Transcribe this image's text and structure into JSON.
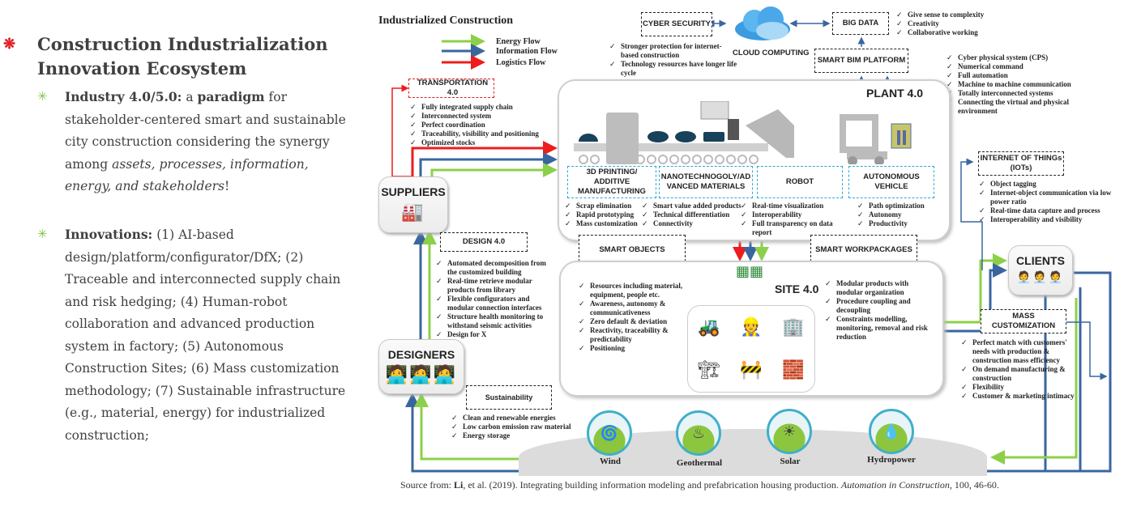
{
  "slide": {
    "title": "Construction Industrialization Innovation Ecosystem",
    "bullets": [
      {
        "lead": "Industry 4.0/5.0:",
        "mid1": " a ",
        "bold2": "paradigm",
        "mid2": " for stakeholder-centered smart and sustainable city construction considering the synergy among ",
        "italic": "assets, processes, information, energy, and stakeholders",
        "tail": "!"
      },
      {
        "lead": "Innovations:",
        "text": " (1) AI-based design/platform/configurator/DfX; (2) Traceable and interconnected supply chain and risk hedging; (4) Human-robot collaboration and advanced production system in factory; (5) Autonomous Construction Sites; (6) Mass customization methodology; (7) Sustainable infrastructure (e.g., material, energy) for industrialized construction;"
      }
    ]
  },
  "diagram": {
    "title": "Industrialized Construction",
    "legend": [
      {
        "label": "Energy Flow",
        "color": "#8cd04a"
      },
      {
        "label": "Information Flow",
        "color": "#3a66a0"
      },
      {
        "label": "Logistics Flow",
        "color": "#ee1c1c"
      }
    ],
    "cyber_security": {
      "label": "CYBER SECURITY",
      "items": [
        "Stronger protection for internet-based construction",
        "Technology resources have longer life cycle"
      ]
    },
    "cloud_computing": "CLOUD COMPUTING",
    "big_data": {
      "label": "BIG DATA",
      "items": [
        "Give sense to complexity",
        "Creativity",
        "Collaborative working"
      ]
    },
    "smart_bim_platform": "SMART BIM PLATFORM",
    "plant": {
      "label": "PLANT 4.0",
      "items": [
        "Cyber physical system (CPS)",
        "Numerical command",
        "Full automation",
        "Machine to machine communication",
        "Totally interconnected systems",
        "Connecting the virtual and physical environment"
      ]
    },
    "transportation": {
      "label": "TRANSPORTATION 4.0",
      "items": [
        "Fully integrated supply chain",
        "Interconnected system",
        "Perfect coordination",
        "Traceability, visibility and positioning",
        "Optimized stocks"
      ]
    },
    "technologies": [
      {
        "label": "3D PRINTING/ ADDITIVE MANUFACTURING",
        "items": [
          "Scrap elimination",
          "Rapid prototyping",
          "Mass customization"
        ]
      },
      {
        "label": "NANOTECHNOGOLY/AD VANCED MATERIALS",
        "items": [
          "Smart value added products",
          "Technical differentiation",
          "Connectivity"
        ]
      },
      {
        "label": "ROBOT",
        "items": [
          "Real-time visualization",
          "Interoperability",
          "Full transparency on data report"
        ]
      },
      {
        "label": "AUTONOMOUS VEHICLE",
        "items": [
          "Path optimization",
          "Autonomy",
          "Productivity"
        ]
      }
    ],
    "suppliers": "SUPPLIERS",
    "designers": "DESIGNERS",
    "clients": "CLIENTS",
    "design": {
      "label": "DESIGN 4.0",
      "items": [
        "Automated decomposition from the customized building",
        "Real-time retrieve modular products from library",
        "Flexible configurators and modular connection interfaces",
        "Structure health monitoring to withstand seismic activities",
        "Design for X"
      ]
    },
    "smart_objects": {
      "label": "SMART OBJECTS",
      "items": [
        "Resources including material, equipment, people etc.",
        "Awareness, autonomy & communicativeness",
        "Zero default & deviation",
        "Reactivity, traceability & predictability",
        "Positioning"
      ]
    },
    "smart_workpackages": {
      "label": "SMART  WORKPACKAGES",
      "items": [
        "Modular products with modular organization",
        "Procedure coupling and decoupling",
        "Constraints modelling, monitoring, removal and risk reduction"
      ]
    },
    "site": "SITE 4.0",
    "iot": {
      "label": "INTERNET OF THINGs (IOTs)",
      "items": [
        "Object tagging",
        "Internet-object communication via low power ratio",
        "Real-time data capture and process",
        "Interoperability and visibility"
      ]
    },
    "mass_customization": {
      "label": "MASS CUSTOMIZATION",
      "items": [
        "Perfect match with customers' needs with production & construction mass efficiency",
        "On demand manufacturing & construction",
        "Flexibility",
        "Customer & marketing intimacy"
      ]
    },
    "sustainability": {
      "label": "Sustainability",
      "items": [
        "Clean and renewable energies",
        "Low carbon emission raw material",
        "Energy storage"
      ]
    },
    "energy_sources": [
      "Wind",
      "Geothermal",
      "Solar",
      "Hydropower"
    ]
  },
  "source": {
    "prefix": "Source from: ",
    "author": "Li",
    "rest": ", et al. (2019). Integrating building information modeling and prefabrication housing production. ",
    "journal": "Automation in Construction",
    "tail": ", 100, 46-60."
  }
}
